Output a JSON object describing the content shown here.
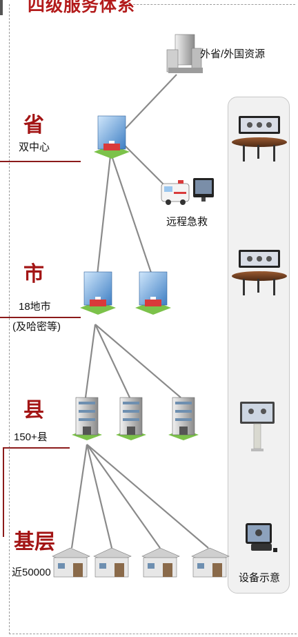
{
  "title": "四级服务体系",
  "levels": [
    {
      "name": "省",
      "desc": [
        "双中心"
      ]
    },
    {
      "name": "市",
      "desc": [
        "18地市",
        "(及哈密等)"
      ]
    },
    {
      "name": "县",
      "desc": [
        "150+县"
      ]
    },
    {
      "name": "基层",
      "desc": [
        "近50000"
      ]
    }
  ],
  "labels": {
    "external": "外省/外国资源",
    "ambulance": "远程急救",
    "devices": "设备示意"
  },
  "colors": {
    "accent": "#a31515",
    "line": "#8a8a8a",
    "panel": "#f1f1f1"
  }
}
